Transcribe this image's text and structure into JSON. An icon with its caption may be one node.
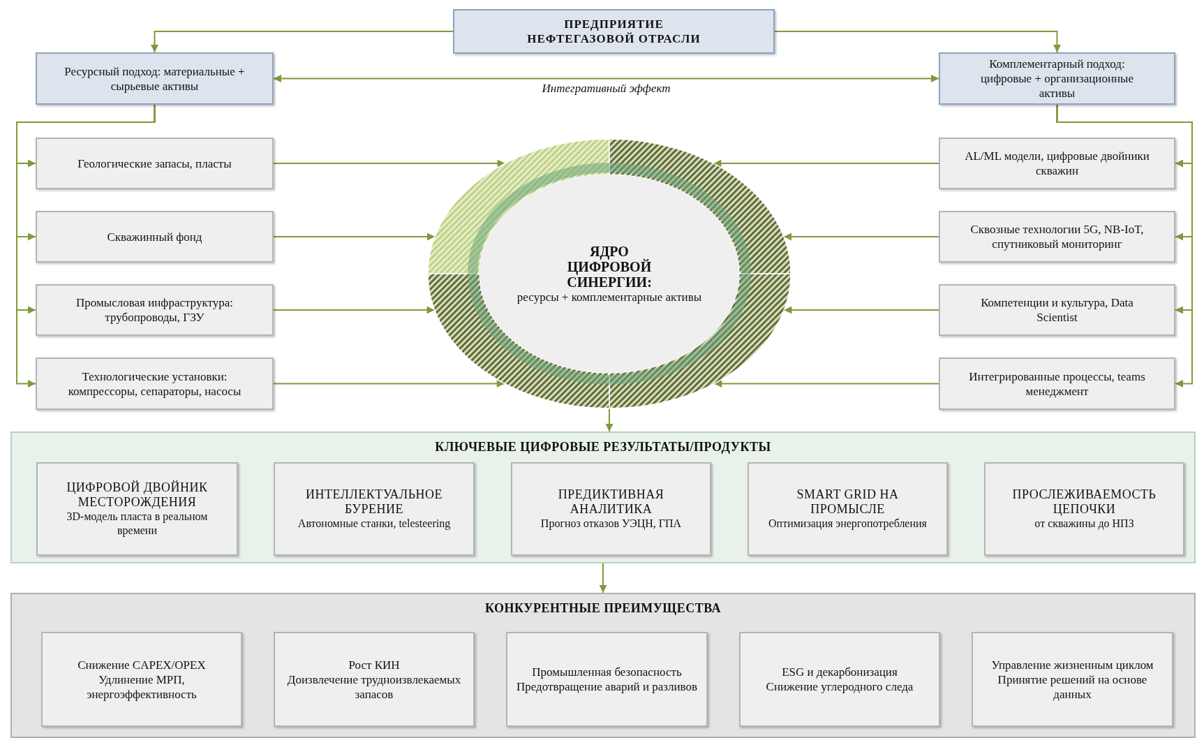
{
  "diagram": {
    "nodes": [
      {
        "text": [
          "ПРЕДПРИЯТИЕ НЕФТЕГАЗОВОЙ ОТРАСЛИ"
        ]
      },
      {
        "text": [
          "Ресурсный подход: материальные + сырьевые активы"
        ]
      },
      {
        "text": [
          "Комплементарный подход: цифровые + организационные активы"
        ]
      },
      {
        "text": [
          "Геологические запасы, пласты"
        ]
      },
      {
        "text": [
          "Скважинный фонд"
        ]
      },
      {
        "text": [
          "Промысловая инфраструктура: трубопроводы, ГЗУ"
        ]
      },
      {
        "text": [
          "Технологические установки: компрессоры, сепараторы, насосы"
        ]
      },
      {
        "text": [
          "ЯДРО ЦИФРОВОЙ СИНЕРГИИ:",
          "ресурсы + комплементарные активы"
        ]
      },
      {
        "text": [
          "AL/ML модели, цифровые двойники скважин"
        ]
      },
      {
        "text": [
          "Сквозные технологии 5G, NB-IoT, спутниковый мониторинг"
        ]
      },
      {
        "text": [
          "Компетенции и культура, Data Scientist"
        ]
      },
      {
        "text": [
          "Интегрированные процессы, teams менеджмент"
        ]
      },
      {
        "text": [
          "КЛЮЧЕВЫЕ ЦИФРОВЫЕ РЕЗУЛЬТАТЫ/ПРОДУКТЫ"
        ]
      },
      {
        "text": [
          "ЦИФРОВОЙ ДВОЙНИК МЕСТОРОЖДЕНИЯ",
          "3D-модель пласта в реальном времени"
        ],
        "in": 12
      },
      {
        "text": [
          "ИНТЕЛЛЕКТУАЛЬНОЕ БУРЕНИЕ",
          "Автономные станки, telesteering"
        ],
        "in": 12
      },
      {
        "text": [
          "ПРЕДИКТИВНАЯ АНАЛИТИКА",
          "Прогноз отказов УЭЦН, ГПА"
        ],
        "in": 12
      },
      {
        "text": [
          "SMART GRID НА ПРОМЫСЛЕ",
          "Оптимизация энергопотребления"
        ],
        "in": 12
      },
      {
        "text": [
          "ПРОСЛЕЖИВАЕМОСТЬ ЦЕПОЧКИ",
          "от скважины до НПЗ"
        ],
        "in": 12
      },
      {
        "text": [
          "КОНКУРЕНТНЫЕ ПРЕИМУЩЕСТВА"
        ]
      },
      {
        "text": [
          "Снижение CAPEX/OPEX",
          "Удлинение МРП, энергоэффективность"
        ],
        "in": 18
      },
      {
        "text": [
          "Рост КИН",
          "Доизвлечение трудноизвлекаемых запасов"
        ],
        "in": 18
      },
      {
        "text": [
          "Промышленная безопасность",
          "Предотвращение аварий и разливов"
        ],
        "in": 18
      },
      {
        "text": [
          "ESG и декарбонизация",
          "Снижение углеродного следа"
        ],
        "in": 18
      },
      {
        "text": [
          "Управление жизненным циклом",
          "Принятие решений на основе данных"
        ],
        "in": 18
      }
    ],
    "edges": [
      {
        "from": 0,
        "to": 1,
        "arrow": "to"
      },
      {
        "from": 0,
        "to": 2,
        "arrow": "to"
      },
      {
        "from": 1,
        "to": 2,
        "arrow": "both",
        "label": "Интегративный эффект"
      },
      {
        "from": 1,
        "to": 3,
        "arrow": "to"
      },
      {
        "from": 1,
        "to": 4,
        "arrow": "to"
      },
      {
        "from": 1,
        "to": 5,
        "arrow": "to"
      },
      {
        "from": 1,
        "to": 6,
        "arrow": "to"
      },
      {
        "from": 3,
        "to": 7,
        "arrow": "to"
      },
      {
        "from": 4,
        "to": 7,
        "arrow": "to"
      },
      {
        "from": 5,
        "to": 7,
        "arrow": "to"
      },
      {
        "from": 6,
        "to": 7,
        "arrow": "to"
      },
      {
        "from": 2,
        "to": 8,
        "arrow": "to"
      },
      {
        "from": 2,
        "to": 9,
        "arrow": "to"
      },
      {
        "from": 2,
        "to": 10,
        "arrow": "to"
      },
      {
        "from": 2,
        "to": 11,
        "arrow": "to"
      },
      {
        "from": 8,
        "to": 7,
        "arrow": "to"
      },
      {
        "from": 9,
        "to": 7,
        "arrow": "to"
      },
      {
        "from": 10,
        "to": 7,
        "arrow": "to"
      },
      {
        "from": 11,
        "to": 7,
        "arrow": "to"
      },
      {
        "from": 7,
        "to": 12,
        "arrow": "to"
      },
      {
        "from": 12,
        "to": 18,
        "arrow": "to"
      }
    ]
  }
}
